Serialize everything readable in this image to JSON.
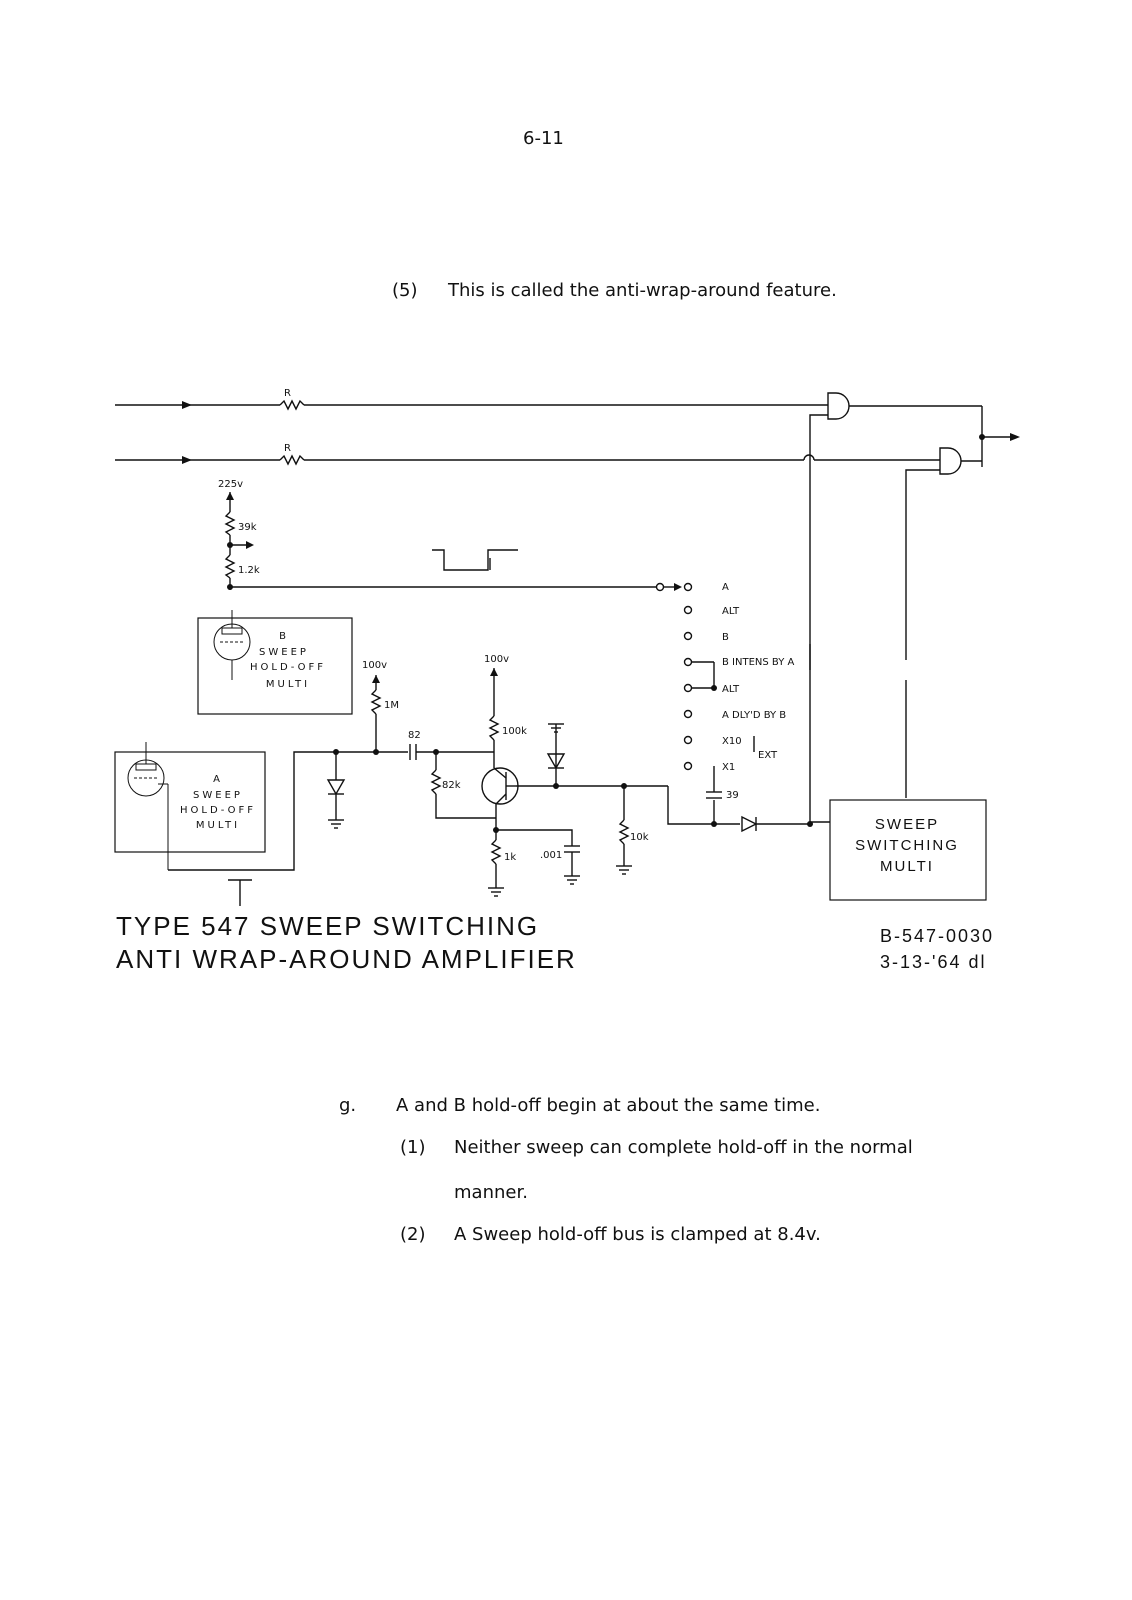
{
  "page": {
    "number": "6-11"
  },
  "note_top": {
    "marker": "(5)",
    "text": "This is called the anti-wrap-around feature."
  },
  "diagram": {
    "resistor_top": "R",
    "resistor_bottom": "R",
    "supply_225": "225v",
    "r_39k": "39k",
    "r_1_2k": "1.2k",
    "b_multi": [
      "B",
      "SWEEP",
      "HOLD-OFF",
      "MULTI"
    ],
    "a_multi": [
      "A",
      "SWEEP",
      "HOLD-OFF",
      "MULTI"
    ],
    "supply_100_left": "100v",
    "supply_100_right": "100v",
    "r_1m": "1M",
    "c_82": "82",
    "r_82k": "82k",
    "r_100k": "100k",
    "r_1k": "1k",
    "c_001": ".001",
    "r_10k": "10k",
    "c_39": "39",
    "switch_positions": [
      "A",
      "ALT",
      "B",
      "B INTENS BY A",
      "ALT",
      "A DLY'D BY B",
      "X10",
      "X1"
    ],
    "ext_label": "EXT",
    "sweep_switching_multi": [
      "SWEEP",
      "SWITCHING",
      "MULTI"
    ],
    "title_line1": "TYPE 547 SWEEP SWITCHING",
    "title_line2": "ANTI WRAP-AROUND AMPLIFIER",
    "drawing_number": "B-547-0030",
    "drawing_date": "3-13-'64 dl"
  },
  "section_g": {
    "marker": "g.",
    "text": "A and B hold-off begin at about the same time.",
    "items": [
      {
        "marker": "(1)",
        "line1": "Neither sweep can complete hold-off in the normal",
        "line2": "manner."
      },
      {
        "marker": "(2)",
        "text": "A Sweep hold-off bus is clamped at 8.4v."
      }
    ]
  }
}
